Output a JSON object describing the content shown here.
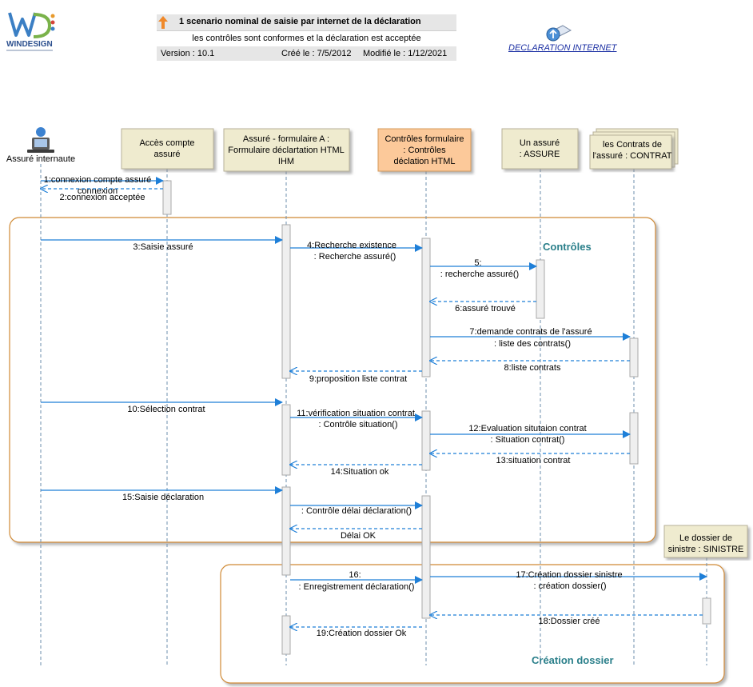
{
  "header": {
    "title": "1 scenario  nominal de saisie par internet de la déclaration",
    "subtitle": "les contrôles sont conformes et la déclaration est acceptée",
    "version": "Version : 10.1",
    "created": "Créé le : 7/5/2012",
    "modified": "Modifié le : 1/12/2021"
  },
  "logo": {
    "text": "WINDESIGN"
  },
  "link": {
    "label": "DECLARATION INTERNET"
  },
  "colors": {
    "lifeline_box": "#efebcf",
    "controls_box": "#fcc99a",
    "frame_stroke": "#d08a35",
    "arrow": "#1e7fd8",
    "group_title": "#2a7f8a"
  },
  "actor": {
    "label": "Assuré internaute"
  },
  "lifelines": [
    {
      "id": "acces",
      "lines": [
        "Accès compte",
        "assuré"
      ]
    },
    {
      "id": "form",
      "lines": [
        "Assuré - formulaire A :",
        "Formulaire déclartation HTML",
        "IHM"
      ]
    },
    {
      "id": "ctrl",
      "lines": [
        "Contrôles formulaire",
        ": Contrôles",
        "déclation HTML"
      ]
    },
    {
      "id": "assure",
      "lines": [
        "Un assuré",
        ": ASSURE"
      ]
    },
    {
      "id": "contrats",
      "lines": [
        "les Contrats de",
        "l'assuré : CONTRAT"
      ]
    },
    {
      "id": "dossier",
      "lines": [
        "Le dossier de",
        "sinistre : SINISTRE"
      ]
    }
  ],
  "groups": [
    {
      "id": "controles",
      "title": "Contrôles"
    },
    {
      "id": "creation",
      "title": "Création dossier"
    }
  ],
  "messages": [
    {
      "id": "m1",
      "above": "1:connexion compte assuré",
      "below": ""
    },
    {
      "id": "m1b",
      "above": "connexion",
      "below": ""
    },
    {
      "id": "m2",
      "above": "2:connexion acceptée",
      "below": ""
    },
    {
      "id": "m3",
      "above": "3:Saisie assuré",
      "below": ""
    },
    {
      "id": "m4",
      "above": "4:Recherche existence",
      "below": ": Recherche assuré()"
    },
    {
      "id": "m5",
      "above": "5:",
      "below": ": recherche assuré()"
    },
    {
      "id": "m6",
      "above": "6:assuré trouvé",
      "below": ""
    },
    {
      "id": "m7",
      "above": "7:demande  contrats de l'assuré",
      "below": ": liste des contrats()"
    },
    {
      "id": "m8",
      "above": "8:liste contrats",
      "below": ""
    },
    {
      "id": "m9",
      "above": "9:proposition liste contrat",
      "below": ""
    },
    {
      "id": "m10",
      "above": "10:Sélection contrat",
      "below": ""
    },
    {
      "id": "m11",
      "above": "11:vérification situation contrat",
      "below": ": Contrôle situation()"
    },
    {
      "id": "m12",
      "above": "12:Evaluation situtaion contrat",
      "below": ": Situation contrat()"
    },
    {
      "id": "m13",
      "above": "13:situation contrat",
      "below": ""
    },
    {
      "id": "m14",
      "above": "14:Situation ok",
      "below": ""
    },
    {
      "id": "m15",
      "above": "15:Saisie déclaration",
      "below": ""
    },
    {
      "id": "m15b",
      "above": ": Contrôle délai déclaration()",
      "below": ""
    },
    {
      "id": "m15c",
      "above": "Délai OK",
      "below": ""
    },
    {
      "id": "m16",
      "above": "16:",
      "below": ": Enregistrement déclaration()"
    },
    {
      "id": "m17",
      "above": "17:Création dossier sinistre",
      "below": ": création dossier()"
    },
    {
      "id": "m18",
      "above": "18:Dossier créé",
      "below": ""
    },
    {
      "id": "m19",
      "above": "19:Création dossier Ok",
      "below": ""
    }
  ]
}
